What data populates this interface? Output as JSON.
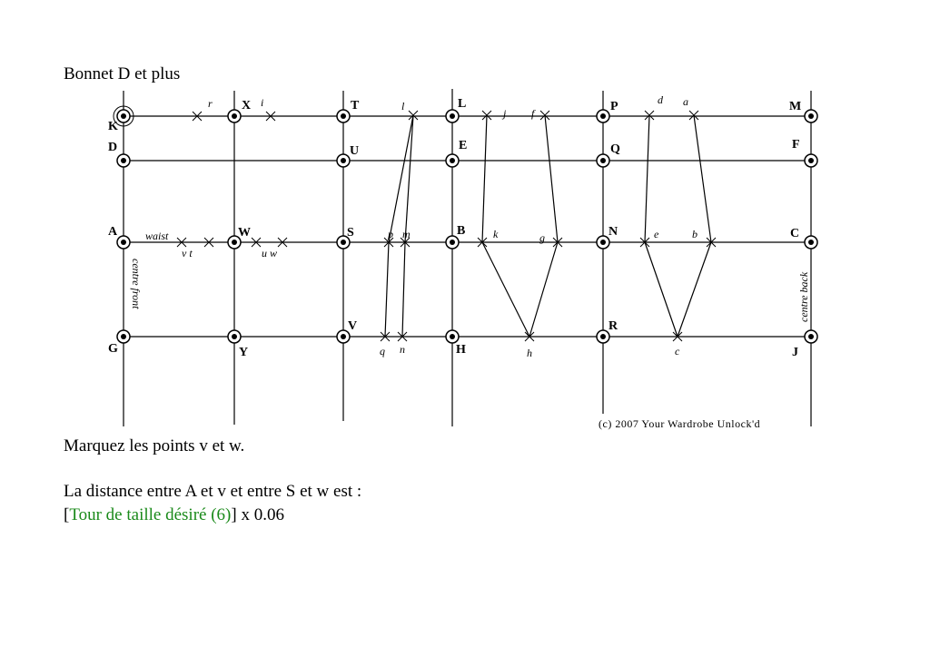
{
  "title": "Bonnet D et plus",
  "diagram": {
    "grid_labels": [
      "K",
      "X",
      "T",
      "L",
      "P",
      "M",
      "D",
      "U",
      "E",
      "Q",
      "F",
      "A",
      "W",
      "S",
      "B",
      "N",
      "C",
      "G",
      "Y",
      "V",
      "H",
      "R",
      "J"
    ],
    "small_labels": [
      "r",
      "i",
      "l",
      "j",
      "f",
      "d",
      "a",
      "waist",
      "v t",
      "u w",
      "p",
      "m",
      "k",
      "g",
      "e",
      "b",
      "q",
      "n",
      "h",
      "c"
    ],
    "side_labels": {
      "centre_front": "centre front",
      "centre_back": "centre back"
    },
    "copyright": "(c) 2007 Your Wardrobe Unlock'd"
  },
  "text": {
    "instruction": "Marquez les points v et w.",
    "distance_line": "La distance entre A et v et entre S et w est :",
    "bracket_open": "[",
    "formula_link": "Tour de taille désiré (6)",
    "formula_rest": "] x 0.06"
  },
  "colors": {
    "link": "#1a8a1a"
  }
}
